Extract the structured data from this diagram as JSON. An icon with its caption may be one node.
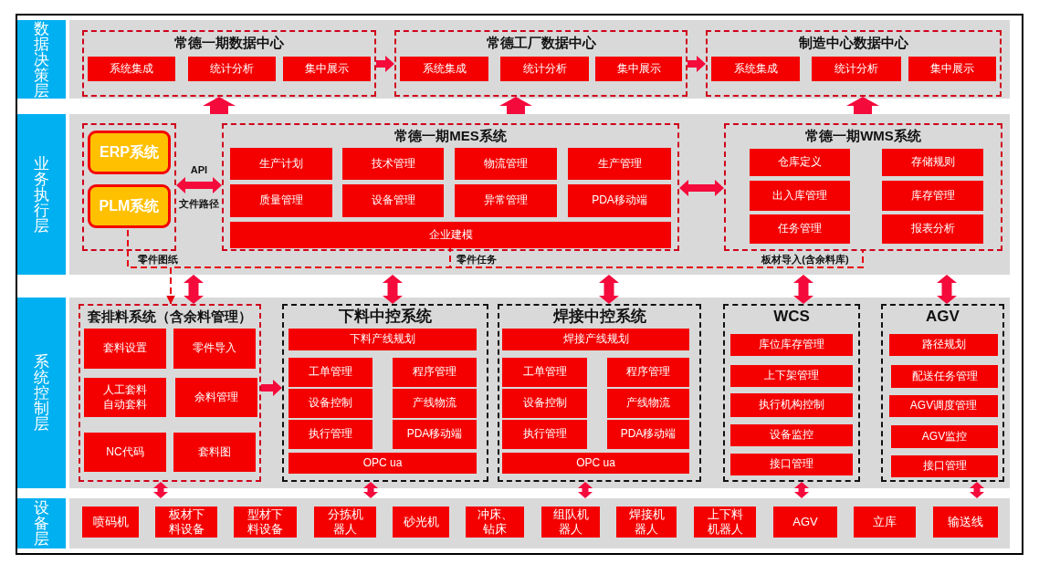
{
  "diagram": {
    "nodes": [
      {
        "text": [
          "数据决策层"
        ]
      },
      {
        "text": [],
        "shape": "box"
      },
      {
        "text": [
          "常德一期数据中心"
        ],
        "in": 1
      },
      {
        "text": [
          "系统集成"
        ],
        "in": 2
      },
      {
        "text": [
          "统计分析"
        ],
        "in": 2
      },
      {
        "text": [
          "集中展示"
        ],
        "in": 2
      },
      {
        "text": [
          "常德工厂数据中心"
        ],
        "in": 1
      },
      {
        "text": [
          "系统集成"
        ],
        "in": 6
      },
      {
        "text": [
          "统计分析"
        ],
        "in": 6
      },
      {
        "text": [
          "集中展示"
        ],
        "in": 6
      },
      {
        "text": [
          "制造中心数据中心"
        ],
        "in": 1
      },
      {
        "text": [
          "系统集成"
        ],
        "in": 10
      },
      {
        "text": [
          "统计分析"
        ],
        "in": 10
      },
      {
        "text": [
          "集中展示"
        ],
        "in": 10
      },
      {
        "text": [
          "业务执行层"
        ]
      },
      {
        "text": [],
        "shape": "box"
      },
      {
        "text": [],
        "shape": "box",
        "in": 15
      },
      {
        "text": [
          "ERP系统"
        ],
        "in": 16
      },
      {
        "text": [
          "PLM系统"
        ],
        "in": 16
      },
      {
        "text": [
          "常德一期MES系统"
        ],
        "in": 15
      },
      {
        "text": [
          "生产计划"
        ],
        "in": 19
      },
      {
        "text": [
          "技术管理"
        ],
        "in": 19
      },
      {
        "text": [
          "物流管理"
        ],
        "in": 19
      },
      {
        "text": [
          "生产管理"
        ],
        "in": 19
      },
      {
        "text": [
          "质量管理"
        ],
        "in": 19
      },
      {
        "text": [
          "设备管理"
        ],
        "in": 19
      },
      {
        "text": [
          "异常管理"
        ],
        "in": 19
      },
      {
        "text": [
          "PDA移动端"
        ],
        "in": 19
      },
      {
        "text": [
          "企业建模"
        ],
        "in": 19
      },
      {
        "text": [
          "常德一期WMS系统"
        ],
        "in": 15
      },
      {
        "text": [
          "仓库定义"
        ],
        "in": 29
      },
      {
        "text": [
          "存储规则"
        ],
        "in": 29
      },
      {
        "text": [
          "出入库管理"
        ],
        "in": 29
      },
      {
        "text": [
          "库存管理"
        ],
        "in": 29
      },
      {
        "text": [
          "任务管理"
        ],
        "in": 29
      },
      {
        "text": [
          "报表分析"
        ],
        "in": 29
      },
      {
        "text": [
          "系统控制层"
        ]
      },
      {
        "text": [],
        "shape": "box"
      },
      {
        "text": [
          "套排料系统（含余料管理）"
        ],
        "in": 37
      },
      {
        "text": [
          "套料设置"
        ],
        "in": 38
      },
      {
        "text": [
          "零件导入"
        ],
        "in": 38
      },
      {
        "text": [
          "人工套料",
          "自动套料"
        ],
        "in": 38
      },
      {
        "text": [
          "余料管理"
        ],
        "in": 38
      },
      {
        "text": [
          "NC代码"
        ],
        "in": 38
      },
      {
        "text": [
          "套料图"
        ],
        "in": 38
      },
      {
        "text": [
          "下料中控系统"
        ],
        "in": 37
      },
      {
        "text": [
          "下料产线规划"
        ],
        "in": 45
      },
      {
        "text": [
          "工单管理"
        ],
        "in": 45
      },
      {
        "text": [
          "程序管理"
        ],
        "in": 45
      },
      {
        "text": [
          "设备控制"
        ],
        "in": 45
      },
      {
        "text": [
          "产线物流"
        ],
        "in": 45
      },
      {
        "text": [
          "执行管理"
        ],
        "in": 45
      },
      {
        "text": [
          "PDA移动端"
        ],
        "in": 45
      },
      {
        "text": [
          "OPC ua"
        ],
        "in": 45
      },
      {
        "text": [
          "焊接中控系统"
        ],
        "in": 37
      },
      {
        "text": [
          "焊接产线规划"
        ],
        "in": 54
      },
      {
        "text": [
          "工单管理"
        ],
        "in": 54
      },
      {
        "text": [
          "程序管理"
        ],
        "in": 54
      },
      {
        "text": [
          "设备控制"
        ],
        "in": 54
      },
      {
        "text": [
          "产线物流"
        ],
        "in": 54
      },
      {
        "text": [
          "执行管理"
        ],
        "in": 54
      },
      {
        "text": [
          "PDA移动端"
        ],
        "in": 54
      },
      {
        "text": [
          "OPC ua"
        ],
        "in": 54
      },
      {
        "text": [
          "WCS"
        ],
        "in": 37
      },
      {
        "text": [
          "库位库存管理"
        ],
        "in": 63
      },
      {
        "text": [
          "上下架管理"
        ],
        "in": 63
      },
      {
        "text": [
          "执行机构控制"
        ],
        "in": 63
      },
      {
        "text": [
          "设备监控"
        ],
        "in": 63
      },
      {
        "text": [
          "接口管理"
        ],
        "in": 63
      },
      {
        "text": [
          "AGV"
        ],
        "in": 37
      },
      {
        "text": [
          "路径规划"
        ],
        "in": 69
      },
      {
        "text": [
          "配送任务管理"
        ],
        "in": 69
      },
      {
        "text": [
          "AGV调度管理"
        ],
        "in": 69
      },
      {
        "text": [
          "AGV监控"
        ],
        "in": 69
      },
      {
        "text": [
          "接口管理"
        ],
        "in": 69
      },
      {
        "text": [
          "设备层"
        ]
      },
      {
        "text": [],
        "shape": "box"
      },
      {
        "text": [
          "喷码机"
        ],
        "in": 76
      },
      {
        "text": [
          "板材下料设备"
        ],
        "in": 76
      },
      {
        "text": [
          "型材下料设备"
        ],
        "in": 76
      },
      {
        "text": [
          "分拣机器人"
        ],
        "in": 76
      },
      {
        "text": [
          "砂光机"
        ],
        "in": 76
      },
      {
        "text": [
          "冲床、钻床"
        ],
        "in": 76
      },
      {
        "text": [
          "组队机器人"
        ],
        "in": 76
      },
      {
        "text": [
          "焊接机器人"
        ],
        "in": 76
      },
      {
        "text": [
          "上下料机器人"
        ],
        "in": 76
      },
      {
        "text": [
          "AGV"
        ],
        "in": 76
      },
      {
        "text": [
          "立库"
        ],
        "in": 76
      },
      {
        "text": [
          "输送线"
        ],
        "in": 76
      }
    ],
    "edges": [
      {
        "from": 2,
        "to": 6,
        "arrow": "to"
      },
      {
        "from": 6,
        "to": 10,
        "arrow": "to"
      },
      {
        "from": 15,
        "to": 2,
        "arrow": "to"
      },
      {
        "from": 15,
        "to": 6,
        "arrow": "to"
      },
      {
        "from": 15,
        "to": 10,
        "arrow": "to"
      },
      {
        "from": 16,
        "to": 19,
        "arrow": "both",
        "label": "API"
      },
      {
        "from": 19,
        "to": 29,
        "arrow": "both"
      },
      {
        "from": 18,
        "to": 38,
        "arrow": "to",
        "label": "零件图纸",
        "style": "dashed",
        "color": "#e60012"
      },
      {
        "from": 28,
        "to": 38,
        "arrow": "to",
        "label": "零件任务",
        "style": "dashed",
        "color": "#e60012"
      },
      {
        "from": 29,
        "to": 38,
        "arrow": "to",
        "label": "板材导入(含余料库)",
        "style": "dashed",
        "color": "#e60012"
      },
      {
        "from": 15,
        "to": 38,
        "arrow": "both"
      },
      {
        "from": 15,
        "to": 45,
        "arrow": "both"
      },
      {
        "from": 15,
        "to": 54,
        "arrow": "both"
      },
      {
        "from": 15,
        "to": 63,
        "arrow": "both"
      },
      {
        "from": 15,
        "to": 69,
        "arrow": "both"
      },
      {
        "from": 38,
        "to": 45,
        "arrow": "to"
      },
      {
        "from": 38,
        "to": 76,
        "arrow": "both"
      },
      {
        "from": 45,
        "to": 76,
        "arrow": "both"
      },
      {
        "from": 54,
        "to": 76,
        "arrow": "both"
      },
      {
        "from": 63,
        "to": 76,
        "arrow": "both"
      },
      {
        "from": 69,
        "to": 76,
        "arrow": "both"
      }
    ],
    "labels": [
      "文件路径"
    ]
  }
}
